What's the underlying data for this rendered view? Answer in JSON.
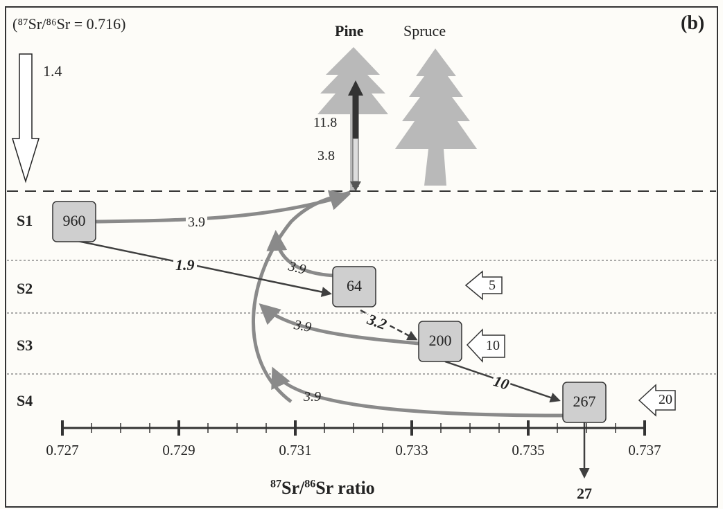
{
  "panel": {
    "ratio_note": "(⁸⁷Sr/⁸⁶Sr = 0.716)",
    "panel_label": "(b)",
    "deposition_value": "1.4"
  },
  "trees": {
    "pine_label": "Pine",
    "spruce_label": "Spruce",
    "uptake_value": "11.8",
    "return_value": "3.8"
  },
  "layers": [
    {
      "label": "S1",
      "pool": "960",
      "input": ""
    },
    {
      "label": "S2",
      "pool": "64",
      "input": "5"
    },
    {
      "label": "S3",
      "pool": "200",
      "input": "10"
    },
    {
      "label": "S4",
      "pool": "267",
      "input": "20"
    }
  ],
  "fluxes": {
    "s1_to_pine": "3.9",
    "s1_to_s2": "1.9",
    "s2_up": "3.9",
    "s2_to_s3": "3.2",
    "s3_up": "3.9",
    "s3_to_s4": "10",
    "s4_up": "3.9",
    "s4_out": "27"
  },
  "axis": {
    "title_iso1": "87",
    "title_sr1": "Sr/",
    "title_iso2": "86",
    "title_sr2": "Sr ratio",
    "ticks": [
      "0.727",
      "0.729",
      "0.731",
      "0.733",
      "0.735",
      "0.737"
    ]
  },
  "colors": {
    "grey_arrow": "#8a8a8a",
    "dark_arrow": "#444444",
    "box_fill": "#cfcfcf",
    "tree": "#b9b9b9"
  }
}
